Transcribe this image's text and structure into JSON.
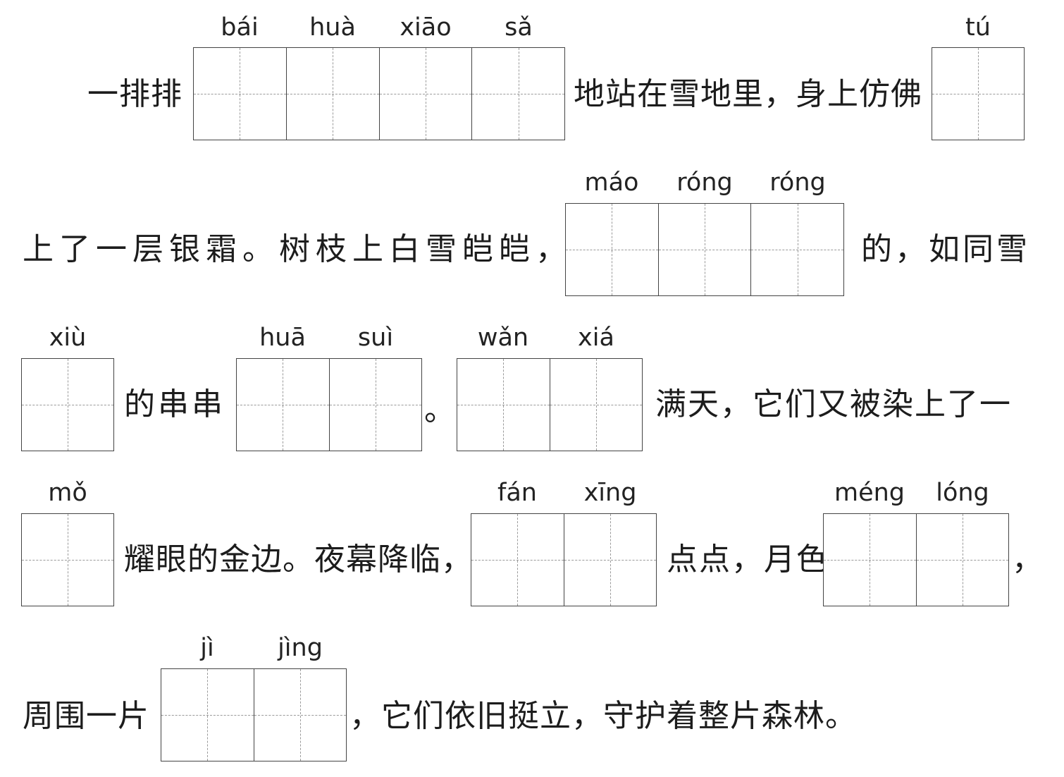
{
  "rows": [
    {
      "texts": [
        "一排排",
        "地站在雪地里，身上仿佛"
      ],
      "boxes": [
        {
          "pinyin": [
            "bái",
            "huà",
            "xiāo",
            "sǎ"
          ]
        },
        {
          "pinyin": [
            "tú"
          ]
        }
      ]
    },
    {
      "texts": [
        "上了一层银霜。树枝上白雪皑皑，",
        "的，如同雪"
      ],
      "boxes": [
        {
          "pinyin": [
            "máo",
            "róng",
            "róng"
          ]
        }
      ]
    },
    {
      "texts": [
        "的串串",
        "。",
        "满天，它们又被染上了一"
      ],
      "boxes": [
        {
          "pinyin": [
            "xiù"
          ]
        },
        {
          "pinyin": [
            "huā",
            "suì"
          ]
        },
        {
          "pinyin": [
            "wǎn",
            "xiá"
          ]
        }
      ]
    },
    {
      "texts": [
        "耀眼的金边。夜幕降临，",
        "点点，月色",
        "，"
      ],
      "boxes": [
        {
          "pinyin": [
            "mǒ"
          ]
        },
        {
          "pinyin": [
            "fán",
            "xīng"
          ]
        },
        {
          "pinyin": [
            "méng",
            "lóng"
          ]
        }
      ]
    },
    {
      "texts": [
        "周围一片",
        "，它们依旧挺立，守护着整片森林。"
      ],
      "boxes": [
        {
          "pinyin": [
            "jì",
            "jìng"
          ]
        }
      ]
    }
  ]
}
